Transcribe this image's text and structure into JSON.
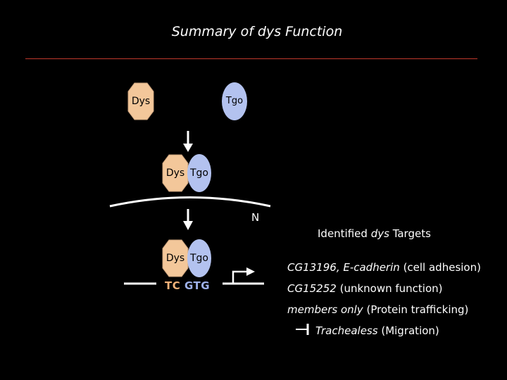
{
  "title": "Summary of dys Function",
  "proteins": {
    "dys": "Dys",
    "tgo": "Tgo"
  },
  "nucleus_label": "N",
  "dna": {
    "tc": "TC",
    "gtg": "GTG"
  },
  "targets": {
    "heading": {
      "pre": "Identified ",
      "gene": "dys",
      "post": " Targets"
    },
    "items": [
      {
        "gene": "CG13196, E-cadherin",
        "function": "(cell adhesion)"
      },
      {
        "gene": "CG15252",
        "function": "(unknown function)"
      },
      {
        "gene": "members only",
        "function": "(Protein trafficking)"
      },
      {
        "gene": "Trachealess",
        "function": "(Migration)"
      }
    ]
  },
  "colors": {
    "dys_fill": "#f3c79a",
    "tgo_fill": "#b3c2ef",
    "rule": "#c0392b",
    "background": "#000000"
  }
}
